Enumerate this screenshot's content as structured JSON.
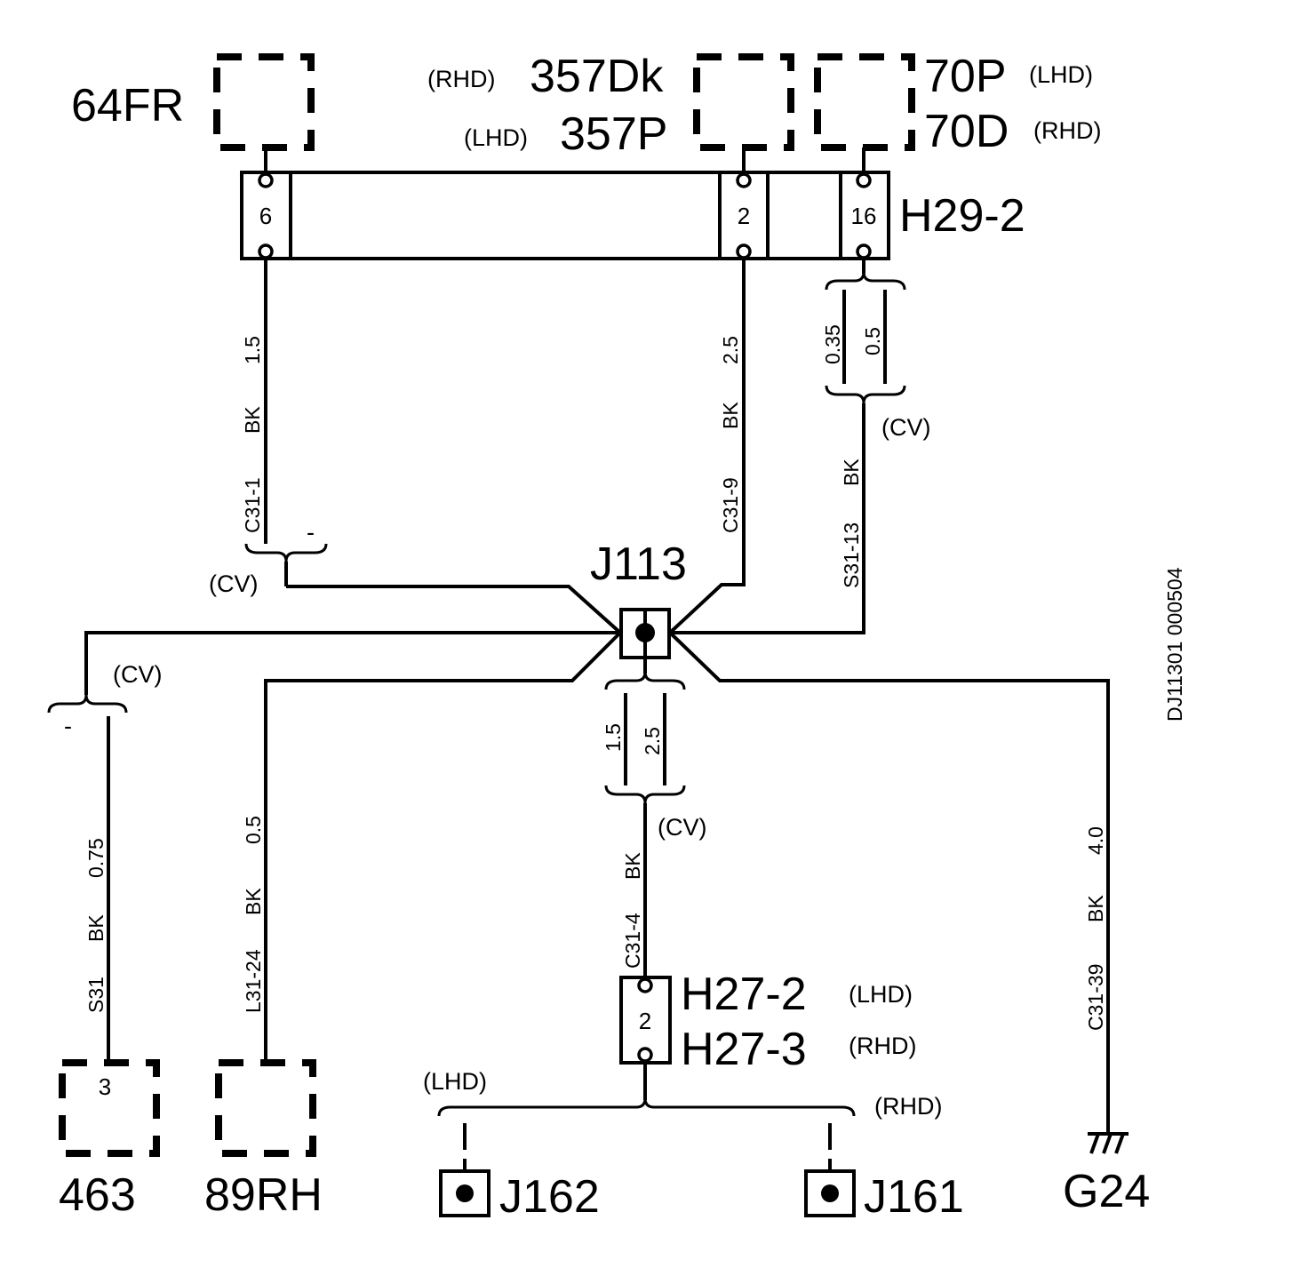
{
  "components": {
    "c64fr": "64FR",
    "c357dk": "357Dk",
    "c357p": "357P",
    "c70p": "70P",
    "c70d": "70D",
    "c463": "463",
    "c89rh": "89RH",
    "pin463": "3"
  },
  "variants": {
    "rhd": "(RHD)",
    "lhd": "(LHD)"
  },
  "connector_h29": {
    "name": "H29-2",
    "pin6": "6",
    "pin2": "2",
    "pin16": "16"
  },
  "connector_h27": {
    "name_lhd": "H27-2",
    "name_rhd": "H27-3",
    "pin": "2"
  },
  "splices": {
    "j113": "J113",
    "j162": "J162",
    "j161": "J161"
  },
  "ground": {
    "g24": "G24"
  },
  "cv": "(CV)",
  "minus": "-",
  "color_bk": "BK",
  "wires": {
    "c31_1": {
      "circuit": "C31-1",
      "size": "1.5"
    },
    "c31_9": {
      "circuit": "C31-9",
      "size": "2.5"
    },
    "s31_13": {
      "circuit": "S31-13",
      "size_a": "0.35",
      "size_b": "0.5"
    },
    "s31": {
      "circuit": "S31",
      "size": "0.75"
    },
    "l31_24": {
      "circuit": "L31-24",
      "size": "0.5"
    },
    "c31_4": {
      "circuit": "C31-4",
      "size_a": "1.5",
      "size_b": "2.5"
    },
    "c31_39": {
      "circuit": "C31-39",
      "size": "4.0"
    }
  },
  "doc_id": "DJ11301 000504"
}
